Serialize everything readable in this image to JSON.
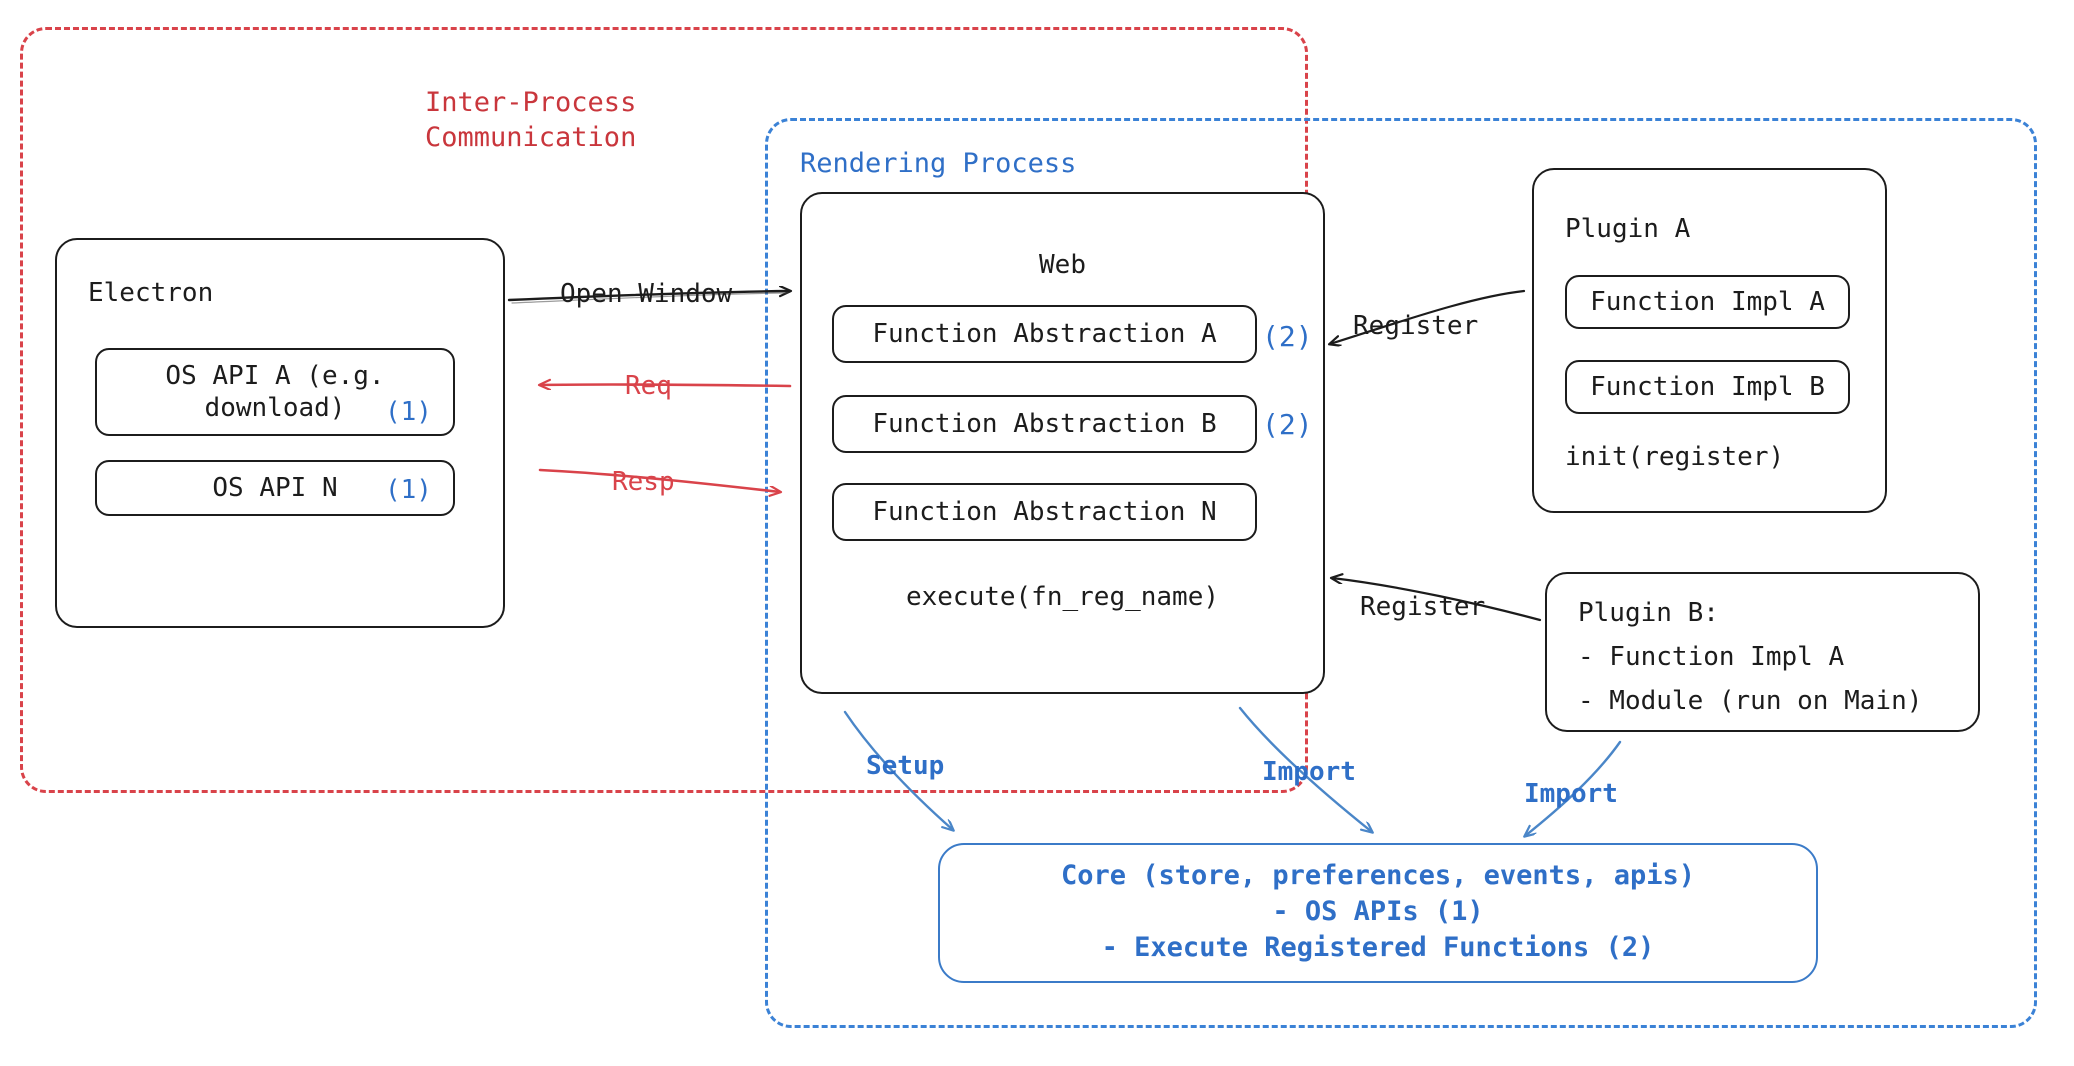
{
  "diagram": {
    "title": "Electron plugin architecture",
    "colors": {
      "ipc_red": "#d9434a",
      "render_blue": "#3b82d6",
      "core_blue": "#2f6fc7",
      "ink": "#1c1c1c"
    },
    "groups": {
      "ipc": {
        "label": "Inter-Process\nCommunication"
      },
      "rendering": {
        "label": "Rendering Process"
      }
    },
    "electron": {
      "title": "Electron",
      "apis": [
        {
          "label": "OS API A (e.g.\ndownload)",
          "marker": "(1)"
        },
        {
          "label": "OS API N",
          "marker": "(1)"
        }
      ]
    },
    "web": {
      "title": "Web",
      "abstractions": [
        {
          "label": "Function Abstraction A",
          "marker": "(2)"
        },
        {
          "label": "Function Abstraction B",
          "marker": "(2)"
        },
        {
          "label": "Function Abstraction N",
          "marker": ""
        }
      ],
      "footer": "execute(fn_reg_name)"
    },
    "plugin_a": {
      "title": "Plugin A",
      "functions": [
        "Function Impl A",
        "Function Impl B"
      ],
      "footer": "init(register)"
    },
    "plugin_b": {
      "lines": [
        "Plugin B:",
        "- Function Impl A",
        "- Module (run on Main)"
      ]
    },
    "core": {
      "text": "Core (store, preferences, events, apis)\n- OS APIs (1)\n- Execute Registered Functions (2)"
    },
    "edges": {
      "open_window": "Open Window",
      "req": "Req",
      "resp": "Resp",
      "register_plugin_a": "Register",
      "register_plugin_b": "Register",
      "setup": "Setup",
      "import_web": "Import",
      "import_plugin_b": "Import"
    }
  }
}
